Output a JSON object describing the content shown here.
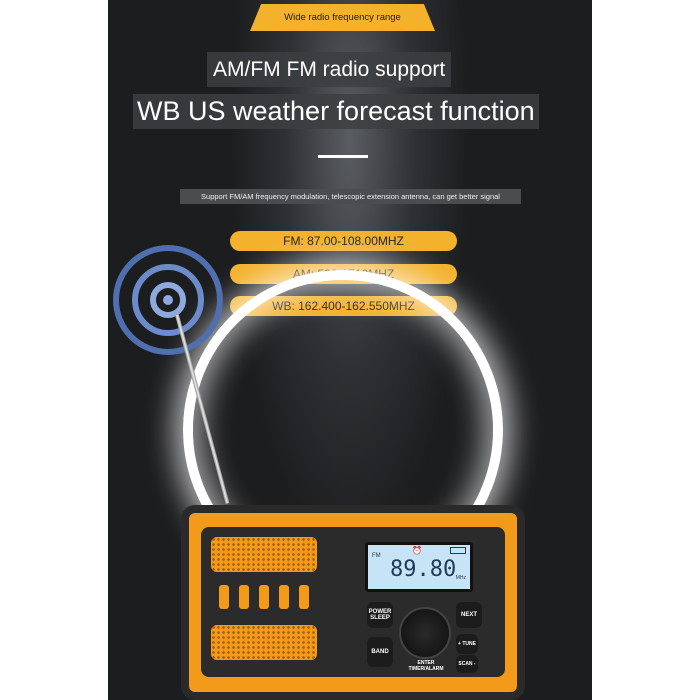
{
  "banner": {
    "tag": "Wide radio frequency range",
    "headline1": "AM/FM FM radio support",
    "headline2": "WB US weather forecast function",
    "subtitle": "Support FM/AM frequency modulation, telescopic extension antenna, can get better signal"
  },
  "frequencies": [
    "FM: 87.00-108.00MHZ",
    "AM: 520-1710MHZ",
    "WB: 162.400-162.550MHZ"
  ],
  "radio": {
    "band": "FM",
    "frequency": "89.80",
    "unit": "MHz",
    "buttons": {
      "power": "POWER SLEEP",
      "next": "NEXT",
      "band": "BAND",
      "enter": "ENTER TIMER/ALARM",
      "tune": "+ TUNE",
      "scan": "SCAN -"
    }
  },
  "colors": {
    "accent": "#f3b12c",
    "radio_body": "#f39a1a",
    "lcd": "#c6e4f6"
  }
}
